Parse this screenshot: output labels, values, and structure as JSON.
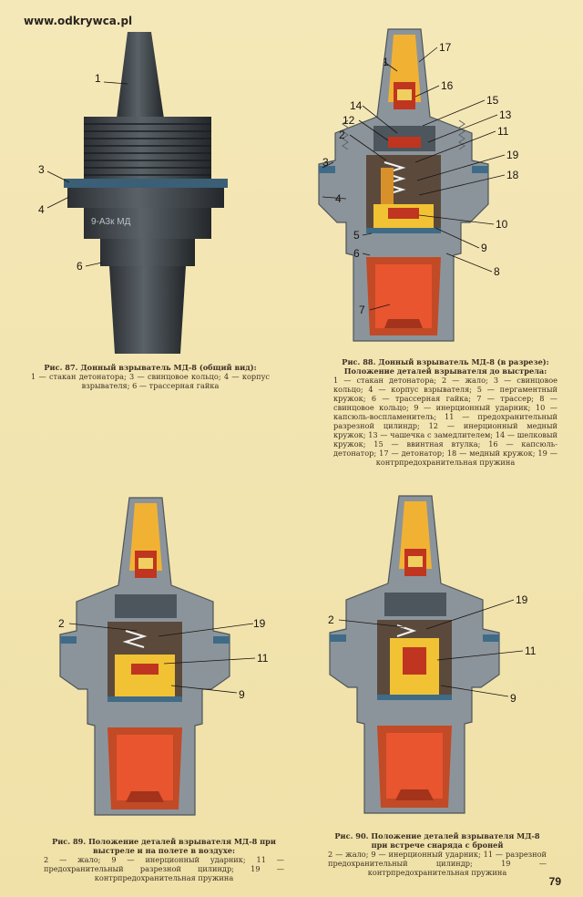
{
  "watermark": "www.odkrywca.pl",
  "page_number": "79",
  "fig87": {
    "labels": [
      "1",
      "3",
      "4",
      "6"
    ],
    "marking": "9-А3к     МД",
    "caption_head": "Рис. 87. Донный взрыватель МД-8 (общий вид):",
    "caption_body": "1 — стакан детонатора; 3 — свинцовое кольцо; 4 — корпус взрывателя; 6 — трассерная гайка"
  },
  "fig88": {
    "labels": [
      "1",
      "17",
      "16",
      "15",
      "14",
      "13",
      "12",
      "2",
      "11",
      "19",
      "3",
      "18",
      "4",
      "10",
      "5",
      "9",
      "6",
      "8",
      "7"
    ],
    "caption_head": "Рис. 88. Донный взрыватель МД-8 (в разрезе):",
    "caption_sub": "Положение деталей взрывателя до выстрела:",
    "caption_body": "1 — стакан детонатора; 2 — жало; 3 — свинцовое кольцо; 4 — корпус взрывателя; 5 — пергаментный кружок; 6 — трассерная гайка; 7 — трассер; 8 — свинцовое кольцо; 9 — инерционный ударник; 10 — капсюль-воспламенитель; 11 — предохранительный разрезной цилиндр; 12 — инерционный медный кружок; 13 — чашечка с замедлителем; 14 — шелковый кружок; 15 — ввинтная втулка; 16 — капсюль-детонатор; 17 — детонатор; 18 — медный кружок; 19 — контрпредохранительная пружина"
  },
  "fig89": {
    "labels": [
      "2",
      "19",
      "11",
      "9"
    ],
    "caption_head": "Рис. 89. Положение деталей взрывателя МД-8 при выстреле и на полете в воздухе:",
    "caption_body": "2 — жало; 9 — инерционный ударник; 11 — предохранительный разрезной цилиндр; 19 — контрпредохранительная пружина"
  },
  "fig90": {
    "labels": [
      "19",
      "2",
      "11",
      "9"
    ],
    "caption_head": "Рис. 90. Положение деталей взрывателя МД-8 при встрече снаряда с броней",
    "caption_body": "2 — жало; 9 — инерционный ударник; 11 — разрезной предохранительный цилиндр; 19 — контрпредохранительная пружина"
  }
}
